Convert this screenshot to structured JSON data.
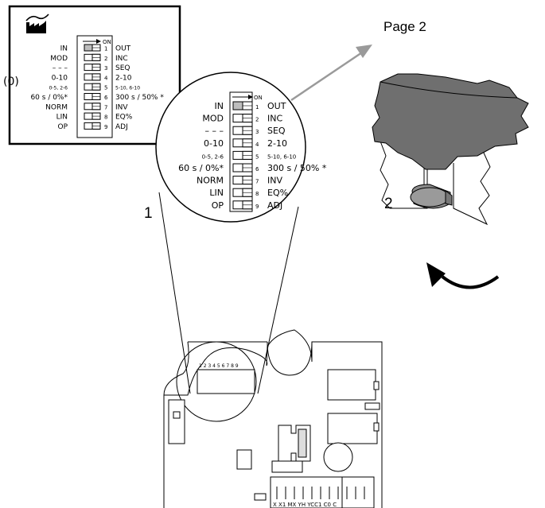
{
  "header": {
    "page_ref": "Page 2",
    "callout_1": "1",
    "callout_2": "2"
  },
  "factory_box": {
    "icon": "factory-icon",
    "default_marker": "(0)"
  },
  "switch": {
    "on_label": "ON",
    "rows": [
      {
        "num": "1",
        "left": "IN",
        "right": "OUT",
        "left_small": false,
        "right_small": false
      },
      {
        "num": "2",
        "left": "MOD",
        "right": "INC",
        "left_small": false,
        "right_small": false
      },
      {
        "num": "3",
        "left": "– – –",
        "right": "SEQ",
        "left_small": false,
        "right_small": false
      },
      {
        "num": "4",
        "left": "0-10",
        "right": "2-10",
        "left_small": false,
        "right_small": false
      },
      {
        "num": "5",
        "left": "0-5, 2-6",
        "right": "5-10, 6-10",
        "left_small": true,
        "right_small": true
      },
      {
        "num": "6",
        "left": "60 s / 0%*",
        "right": "300 s / 50% *",
        "left_small": false,
        "right_small": false
      },
      {
        "num": "7",
        "left": "NORM",
        "right": "INV",
        "left_small": false,
        "right_small": false
      },
      {
        "num": "8",
        "left": "LIN",
        "right": "EQ%",
        "left_small": false,
        "right_small": false
      },
      {
        "num": "9",
        "left": "OP",
        "right": "ADJ",
        "left_small": false,
        "right_small": false
      }
    ]
  },
  "board": {
    "dip_numbers": "1 2 3 4 5 6 7 8 9",
    "terminal_labels": "X X1 MX YH YCC1 C0 C"
  },
  "colors": {
    "line": "#000000",
    "arrow_gray": "#9a9a9a",
    "cover_dark": "#6f6f6f",
    "knob": "#8c8c8c",
    "switch_fill": "#bdbdbd"
  }
}
